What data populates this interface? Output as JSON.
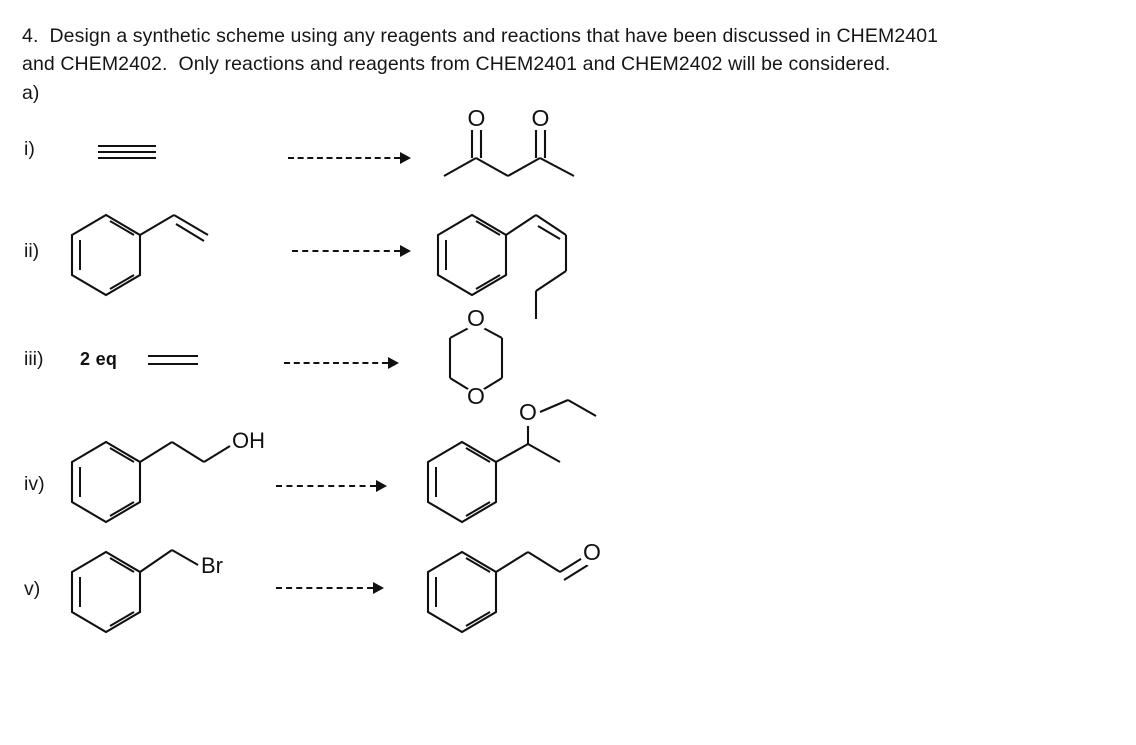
{
  "document": {
    "question_number": "4.",
    "prompt_line_1": "4.  Design a synthetic scheme using any reagents and reactions that have been discussed in CHEM2401",
    "prompt_line_2": "and CHEM2402.  Only reactions and reagents from CHEM2401 and CHEM2402 will be considered.",
    "part_label": "a)",
    "text_color": "#161616",
    "background_color": "#ffffff",
    "structure_line_color": "#111111"
  },
  "reactions": [
    {
      "label": "i)",
      "reactant": {
        "name": "acetylene",
        "depiction": "triple-bond-horizontal-lines",
        "atom_labels": []
      },
      "arrow": {
        "style": "dashed",
        "direction": "right",
        "reagents_above": ""
      },
      "product": {
        "name": "2,4-pentanedione",
        "depiction": "diketone-zigzag",
        "atom_labels": [
          "O",
          "O"
        ]
      }
    },
    {
      "label": "ii)",
      "reactant": {
        "name": "styrene",
        "depiction": "benzene-with-vinyl",
        "atom_labels": []
      },
      "arrow": {
        "style": "dashed",
        "direction": "right",
        "reagents_above": ""
      },
      "product": {
        "name": "cis-1-phenyl-1-pentene",
        "depiction": "benzene-with-cis-alkene-propyl",
        "atom_labels": []
      }
    },
    {
      "label": "iii)",
      "reactant": {
        "name": "ethylene",
        "depiction": "double-bond-horizontal-lines",
        "atom_labels": [],
        "stoichiometry": "2 eq"
      },
      "arrow": {
        "style": "dashed",
        "direction": "right",
        "reagents_above": ""
      },
      "product": {
        "name": "1,4-dioxane",
        "depiction": "dioxane-ring",
        "atom_labels": [
          "O",
          "O"
        ]
      }
    },
    {
      "label": "iv)",
      "reactant": {
        "name": "2-phenylethanol",
        "depiction": "benzene-ethyl-hydroxyl",
        "atom_labels": [
          "OH"
        ]
      },
      "arrow": {
        "style": "dashed",
        "direction": "right",
        "reagents_above": ""
      },
      "product": {
        "name": "ethyl 1-phenylethyl ether",
        "depiction": "benzene-ch-ome-ethyl",
        "atom_labels": [
          "O"
        ]
      }
    },
    {
      "label": "v)",
      "reactant": {
        "name": "benzyl bromide",
        "depiction": "benzene-ch2-br",
        "atom_labels": [
          "Br"
        ]
      },
      "arrow": {
        "style": "dashed",
        "direction": "right",
        "reagents_above": ""
      },
      "product": {
        "name": "phenylacetaldehyde",
        "depiction": "benzene-ch2-cho",
        "atom_labels": [
          "O"
        ]
      }
    }
  ],
  "atom_text": {
    "oxygen": "O",
    "hydroxyl": "OH",
    "bromine": "Br",
    "two_equivalents": "2 eq"
  }
}
